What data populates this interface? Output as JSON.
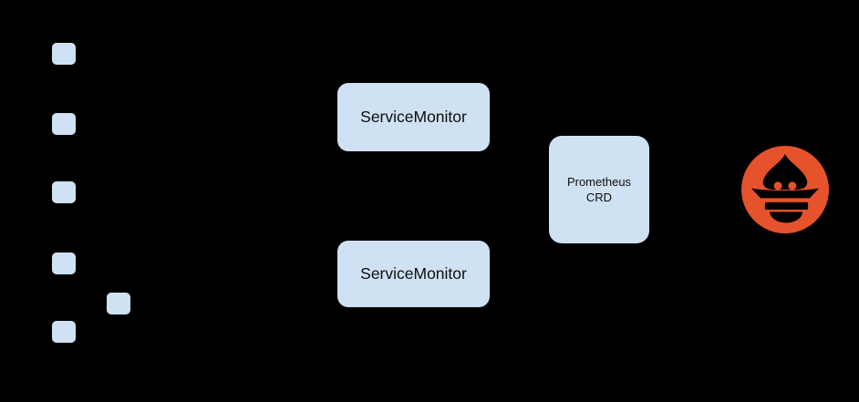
{
  "diagram": {
    "background_color": "#000000",
    "node_fill_color": "#cfe2f3",
    "text_color": "#0d0d0d",
    "small_squares": {
      "count": 6,
      "fill_color": "#cfe2f3"
    },
    "nodes": {
      "service_monitor_top": {
        "label": "ServiceMonitor"
      },
      "service_monitor_bottom": {
        "label": "ServiceMonitor"
      },
      "prometheus_crd": {
        "line1": "Prometheus",
        "line2": "CRD"
      }
    },
    "prometheus_logo": {
      "icon": "prometheus-flame-logo",
      "circle_color": "#e6522c",
      "flame_color": "#000000"
    }
  }
}
